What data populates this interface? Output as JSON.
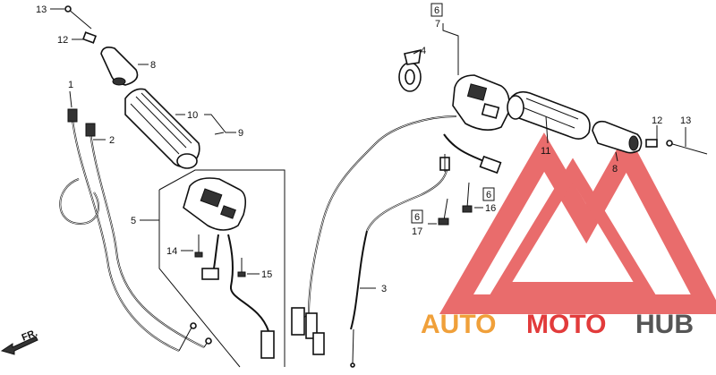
{
  "callouts": {
    "c13_left": "13",
    "c12_left": "12",
    "c8_left": "8",
    "c1": "1",
    "c2": "2",
    "c10": "10",
    "c9": "9",
    "c5": "5",
    "c14": "14",
    "c15": "15",
    "c6_top": "6",
    "c7": "7",
    "c4": "4",
    "c11": "11",
    "c12_right": "12",
    "c13_right": "13",
    "c8_right": "8",
    "c6_mid_right": "6",
    "c16": "16",
    "c6_mid_left": "6",
    "c17": "17",
    "c3": "3"
  },
  "direction": {
    "label": "FR."
  },
  "watermark": {
    "word_auto": "AUTO",
    "word_moto": "MOTO",
    "word_hub": "HUB",
    "color_red": "#e23b3b",
    "color_orange": "#f0a03a",
    "color_dark": "#555555"
  }
}
